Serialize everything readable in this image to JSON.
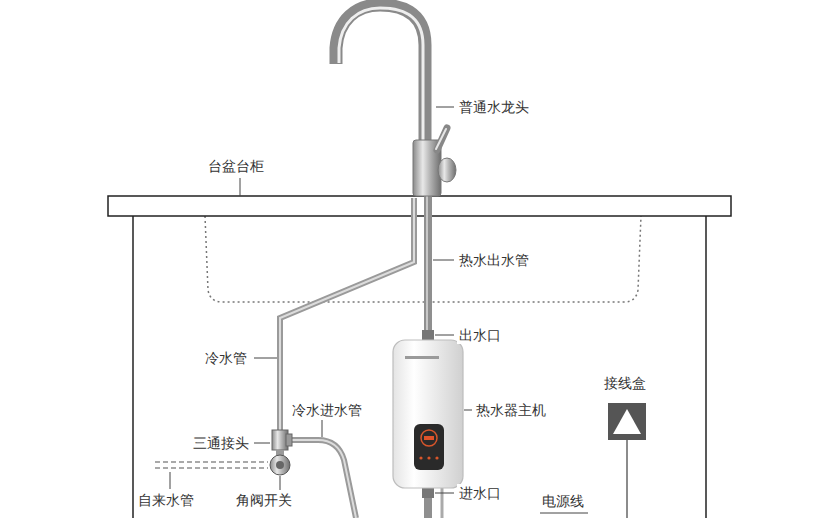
{
  "diagram": {
    "labels": [
      "普通水龙头",
      "台盆台柜",
      "热水出水管",
      "出水口",
      "冷水管",
      "热水器主机",
      "接线盒",
      "冷水进水管",
      "三通接头",
      "角阀开关",
      "进水口",
      "自来水管",
      "电源线"
    ]
  }
}
